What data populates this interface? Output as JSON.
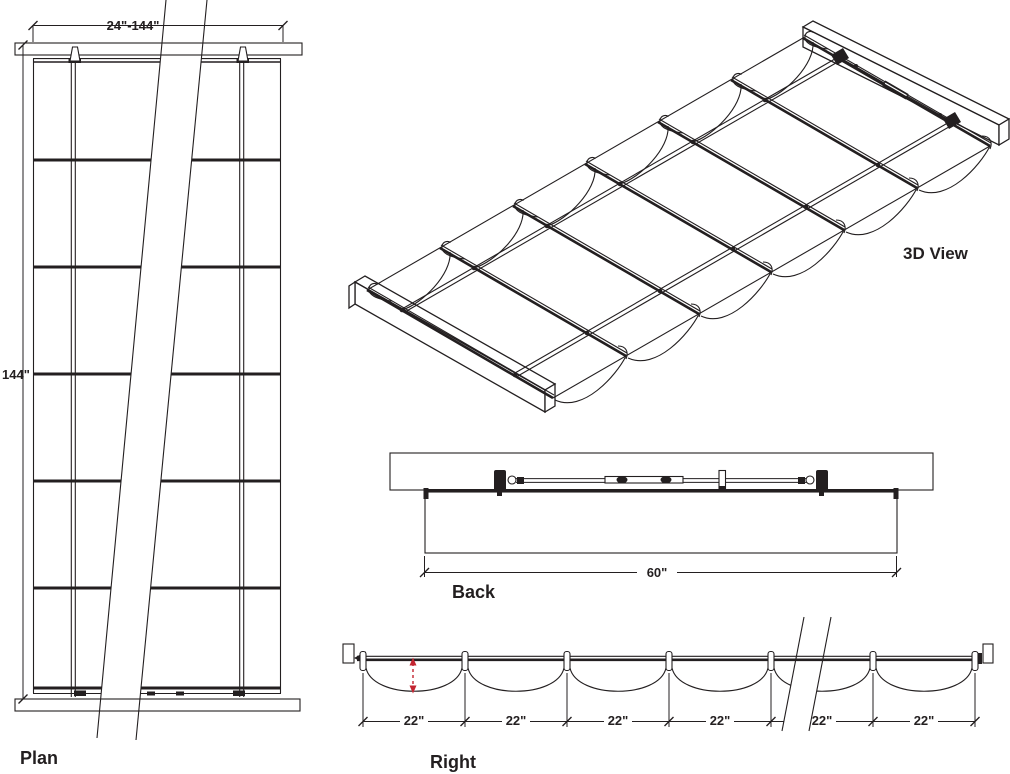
{
  "views": {
    "plan": {
      "label": "Plan",
      "width_dim": "24\"-144\"",
      "height_dim": "144\""
    },
    "three_d": {
      "label": "3D View"
    },
    "back": {
      "label": "Back",
      "width_dim": "60\""
    },
    "right": {
      "label": "Right",
      "bay_dims": [
        "22\"",
        "22\"",
        "22\"",
        "22\"",
        "22\"",
        "22\""
      ]
    }
  },
  "colors": {
    "line": "#231f20",
    "accent": "#c32430",
    "background": "#ffffff"
  }
}
